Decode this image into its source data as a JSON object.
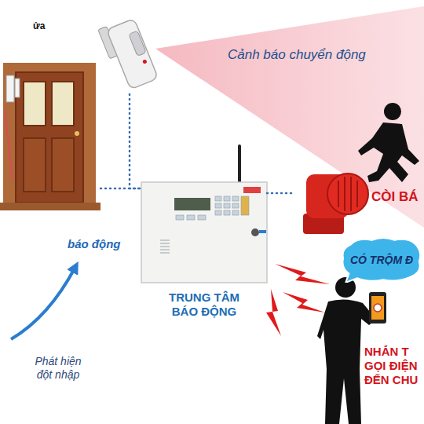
{
  "diagram": {
    "nodes": [
      {
        "text": [
          "ửa"
        ]
      },
      {
        "text": [
          "Cảnh báo chuyển động"
        ]
      },
      {
        "text": [
          "TRUNG TÂM BÁO ĐỘNG"
        ]
      },
      {
        "text": [
          "CÒI BÁ"
        ]
      },
      {
        "text": [
          "CÓ TRỘM Đ"
        ]
      },
      {
        "text": [
          "NHẮN T GỌI ĐIỆN ĐẾN CHU"
        ]
      }
    ],
    "edges": [
      {
        "from": 0,
        "to": 2,
        "arrow": "none"
      },
      {
        "from": 1,
        "to": 2,
        "arrow": "none"
      },
      {
        "from": 2,
        "to": 3,
        "arrow": "none"
      }
    ],
    "labels": [
      "báo động",
      "Phát hiện đột nhập"
    ]
  }
}
